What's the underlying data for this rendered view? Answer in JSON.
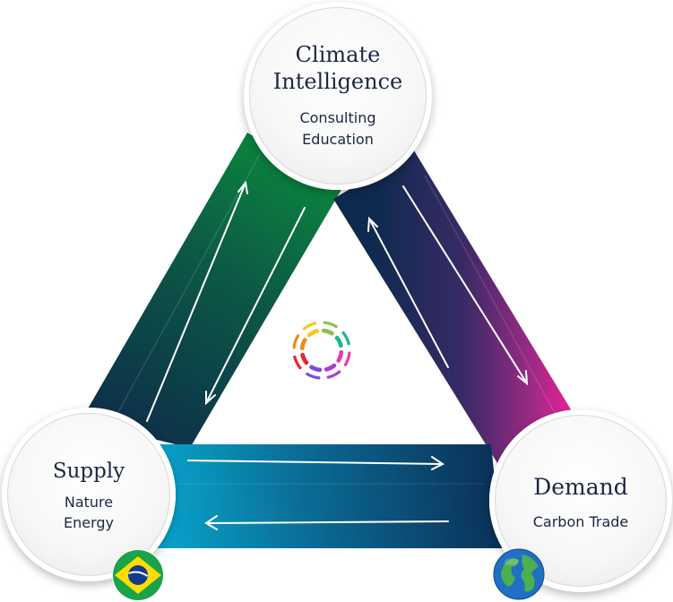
{
  "nodes": {
    "top": {
      "title_line1": "Climate",
      "title_line2": "Intelligence",
      "sub_line1": "Consulting",
      "sub_line2": "Education"
    },
    "left": {
      "title": "Supply",
      "sub_line1": "Nature",
      "sub_line2": "Energy",
      "badge_icon": "brazil-flag-icon"
    },
    "right": {
      "title": "Demand",
      "sub_line1": "Carbon Trade",
      "badge_icon": "globe-icon"
    }
  },
  "colors": {
    "edge_left_top": "#0b8a3c",
    "edge_left_bottom": "#0d2a4a",
    "edge_right_top": "#0f2a4f",
    "edge_right_bottom": "#ee1f98",
    "edge_bottom_left": "#08a3c9",
    "edge_bottom_right": "#0b2e55",
    "text": "#1d2742"
  },
  "center_icon": "logo-ring-icon"
}
